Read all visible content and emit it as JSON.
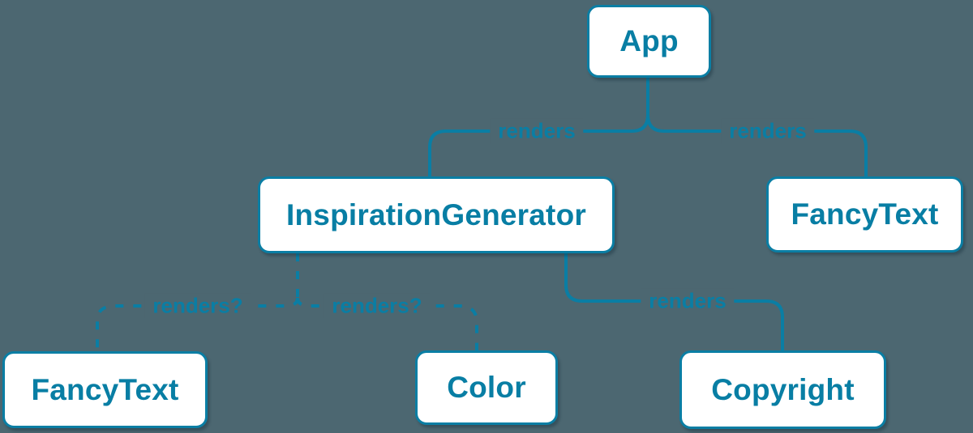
{
  "colors": {
    "background": "#4c6771",
    "accent": "#0a7ea4",
    "node_fill": "#ffffff",
    "node_text": "#087ea4"
  },
  "diagram": {
    "type": "component-render-tree",
    "nodes": [
      {
        "id": "app",
        "label": "App"
      },
      {
        "id": "inspiration-generator",
        "label": "InspirationGenerator"
      },
      {
        "id": "fancy-text-top",
        "label": "FancyText"
      },
      {
        "id": "fancy-text-bottom",
        "label": "FancyText"
      },
      {
        "id": "color",
        "label": "Color"
      },
      {
        "id": "copyright",
        "label": "Copyright"
      }
    ],
    "edges": [
      {
        "from": "App",
        "to": "InspirationGenerator",
        "label": "renders",
        "style": "solid"
      },
      {
        "from": "App",
        "to": "FancyText",
        "label": "renders",
        "style": "solid"
      },
      {
        "from": "InspirationGenerator",
        "to": "FancyText",
        "label": "renders?",
        "style": "dashed"
      },
      {
        "from": "InspirationGenerator",
        "to": "Color",
        "label": "renders?",
        "style": "dashed"
      },
      {
        "from": "InspirationGenerator",
        "to": "Copyright",
        "label": "renders",
        "style": "solid"
      }
    ]
  }
}
